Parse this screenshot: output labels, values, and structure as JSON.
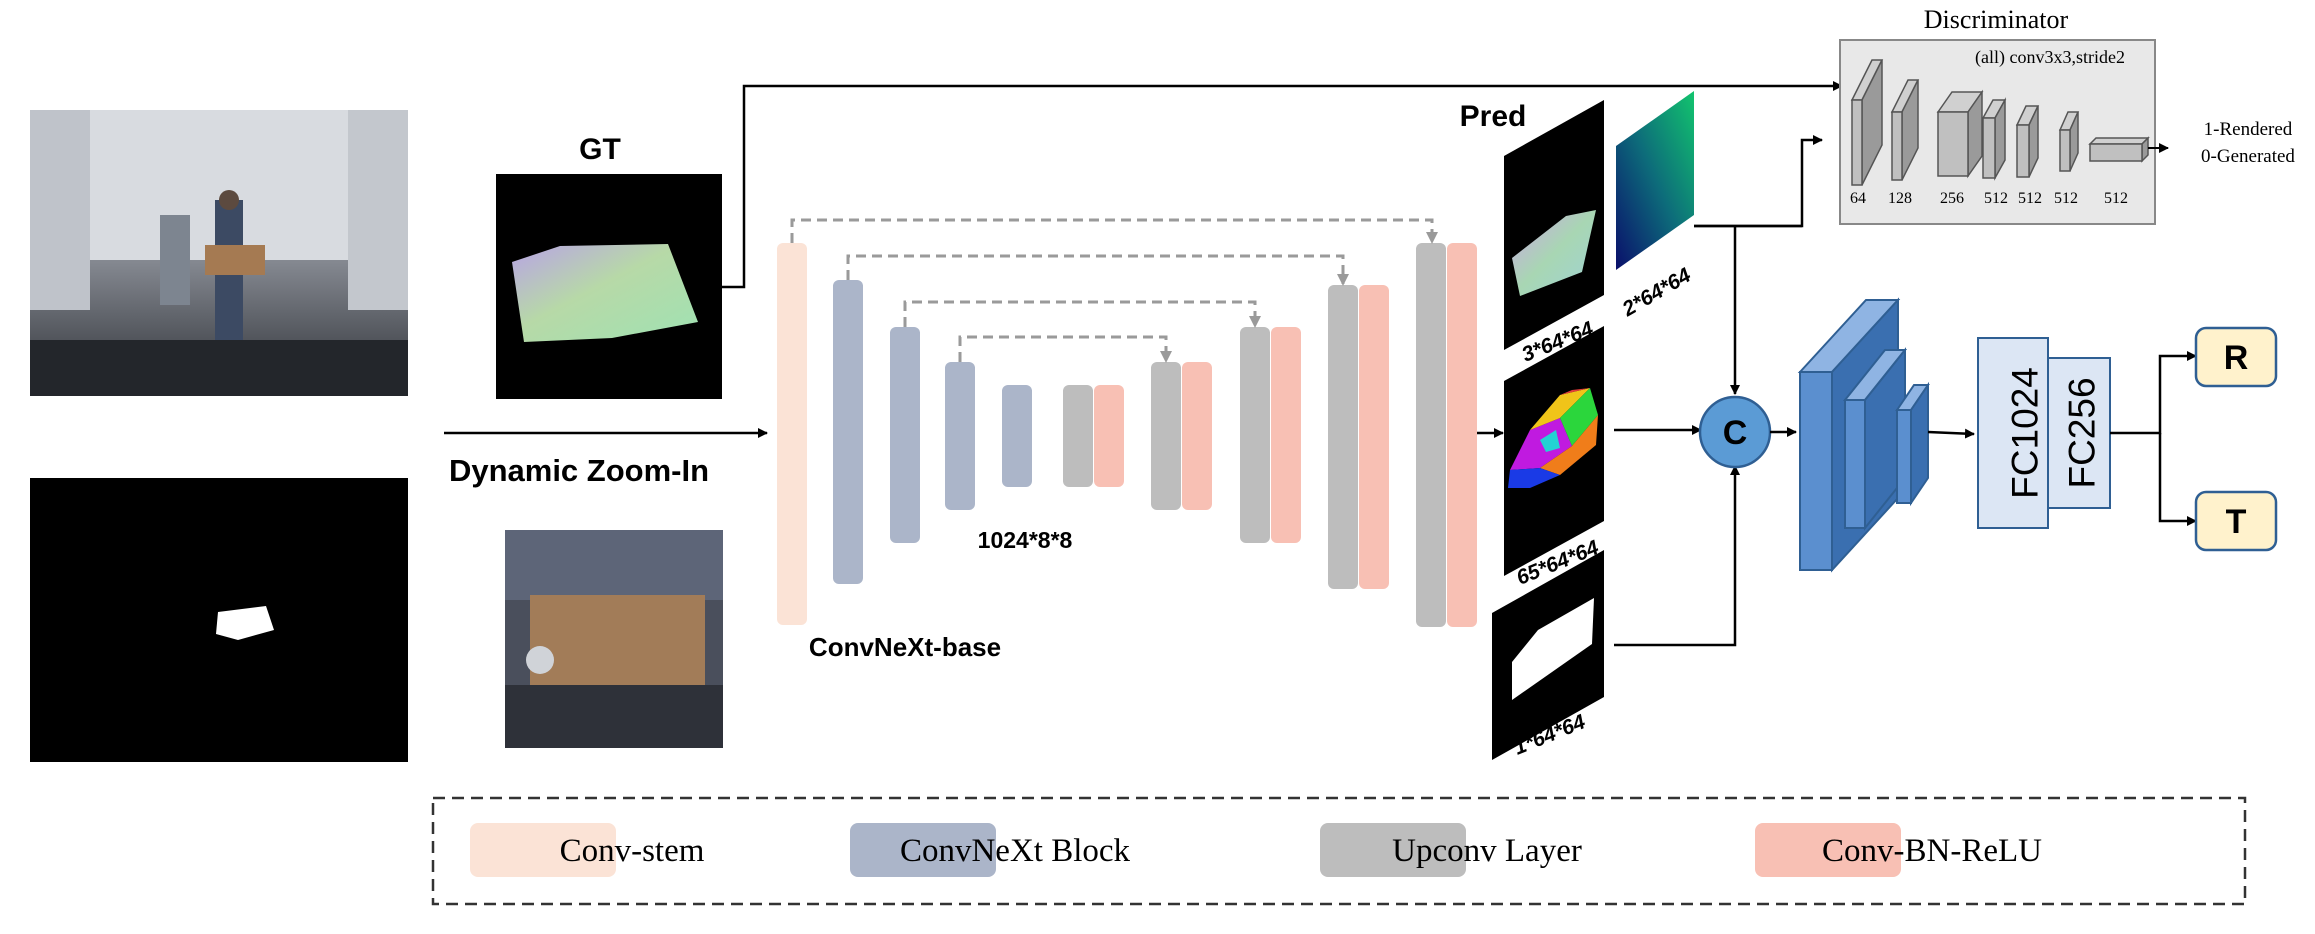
{
  "labels": {
    "gt": "GT",
    "pred": "Pred",
    "dynamic_zoom": "Dynamic Zoom-In",
    "backbone": "ConvNeXt-base",
    "bottleneck_dims": "1024*8*8",
    "pred_dims_1": "3*64*64",
    "pred_dims_2": "2*64*64",
    "pred_dims_3": "65*64*64",
    "pred_dims_4": "1*64*64",
    "concat": "C",
    "fc1": "FC1024",
    "fc2": "FC256",
    "out_r": "R",
    "out_t": "T"
  },
  "discriminator": {
    "title": "Discriminator",
    "note": "(all) conv3x3,stride2",
    "channels": [
      "64",
      "128",
      "256",
      "512",
      "512",
      "512",
      "512"
    ],
    "out_1": "1-Rendered",
    "out_2": "0-Generated"
  },
  "legend": {
    "items": [
      {
        "label": "Conv-stem",
        "color": "#FBE3D6"
      },
      {
        "label": "ConvNeXt Block",
        "color": "#ABB5C9"
      },
      {
        "label": "Upconv Layer",
        "color": "#BDBDBD"
      },
      {
        "label": "Conv-BN-ReLU",
        "color": "#F8C0B4"
      }
    ]
  },
  "colors": {
    "conv_stem": "#FBE3D6",
    "convnext": "#ABB5C9",
    "upconv": "#BDBDBD",
    "convbnrelu": "#F8C0B4",
    "blue_block": "#5B8FCF",
    "fc_fill": "#DCE6F4",
    "out_fill": "#FFF2CC",
    "circle": "#5B9BD5"
  }
}
